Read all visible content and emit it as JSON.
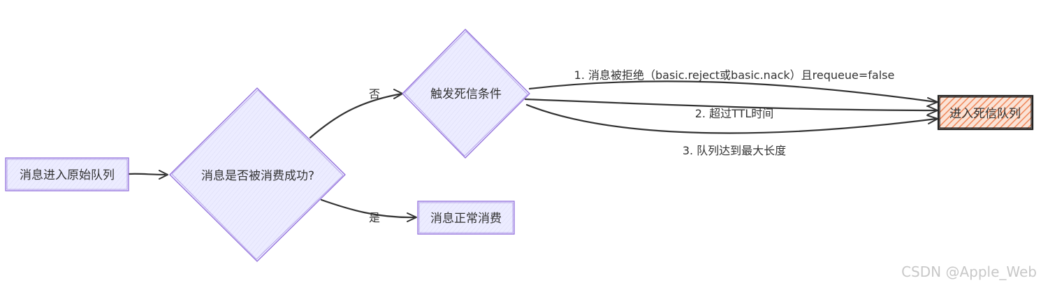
{
  "nodes": {
    "start": {
      "label": "消息进入原始队列"
    },
    "decision_consumed": {
      "label": "消息是否被消费成功?"
    },
    "normal_consume": {
      "label": "消息正常消费"
    },
    "dead_letter_condition": {
      "label": "触发死信条件"
    },
    "dead_letter_queue": {
      "label": "进入死信队列"
    }
  },
  "edges": {
    "no": {
      "label": "否"
    },
    "yes": {
      "label": "是"
    },
    "reason_1": {
      "label": "1. 消息被拒绝（basic.reject或basic.nack）且requeue=false"
    },
    "reason_2": {
      "label": "2. 超过TTL时间"
    },
    "reason_3": {
      "label": "3. 队列达到最大长度"
    }
  },
  "colors": {
    "node_fill": "#ececff",
    "node_stroke": "#9370db",
    "dead_letter_fill": "#f7a27a",
    "dead_letter_stroke": "#222222",
    "edge": "#333333"
  },
  "watermark": "CSDN @Apple_Web"
}
